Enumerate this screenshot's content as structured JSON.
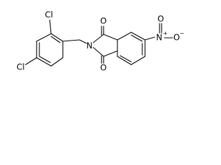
{
  "atoms": {
    "cl_top": "Cl",
    "cl_left": "Cl",
    "n_imide": "N",
    "o_top": "O",
    "o_bottom": "O",
    "n_nitro": "N",
    "n_nitro_charge": "+",
    "o_nitro_top": "O",
    "o_nitro_right": "O",
    "o_nitro_right_charge": "−"
  }
}
